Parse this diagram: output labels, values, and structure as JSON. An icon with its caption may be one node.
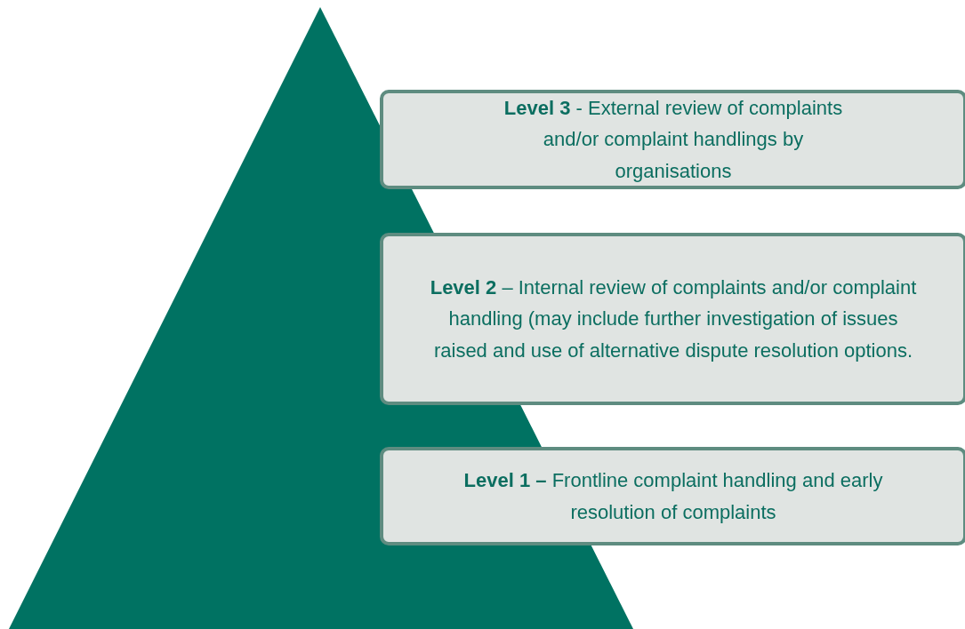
{
  "diagram": {
    "nodes": [
      {
        "text": [
          "**Level 3** - External review of complaints and/or complaint handlings by organisations"
        ]
      },
      {
        "text": [
          "**Level 2** – Internal review of complaints and/or complaint handling (may include further investigation of issues raised and use of alternative dispute resolution options."
        ]
      },
      {
        "text": [
          "**Level 1 –** Frontline complaint handling and early resolution of complaints"
        ]
      }
    ]
  }
}
